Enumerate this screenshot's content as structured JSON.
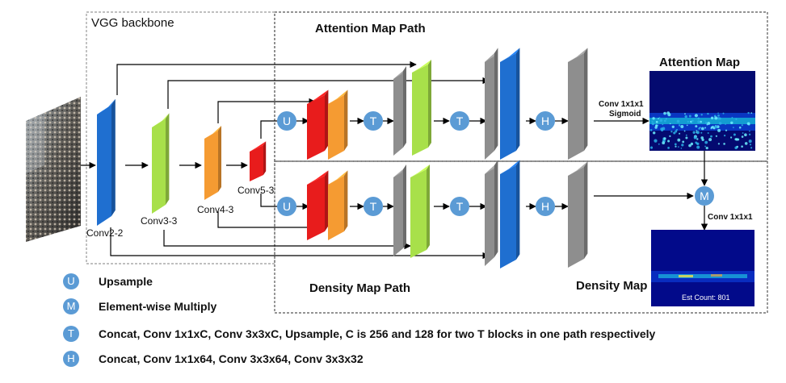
{
  "regions": {
    "backbone": "VGG backbone",
    "attention_path": "Attention Map Path",
    "density_path": "Density Map Path"
  },
  "layers": {
    "conv2": "Conv2-2",
    "conv3": "Conv3-3",
    "conv4": "Conv4-3",
    "conv5": "Conv5-3"
  },
  "ops": {
    "upsample": "U",
    "concat": "T",
    "head": "H",
    "multiply": "M"
  },
  "outputs": {
    "attention_title": "Attention Map",
    "density_title": "Density Map",
    "attention_conv_line1": "Conv 1x1x1",
    "attention_conv_line2": "Sigmoid",
    "density_conv": "Conv 1x1x1",
    "est_count": "Est Count: 801"
  },
  "legend": [
    {
      "symbol": "U",
      "text": "Upsample"
    },
    {
      "symbol": "M",
      "text": "Element-wise Multiply"
    },
    {
      "symbol": "T",
      "text": "Concat, Conv 1x1xC, Conv 3x3xC, Upsample, C is 256 and 128 for two T blocks in one path respectively"
    },
    {
      "symbol": "H",
      "text": "Concat, Conv 1x1x64, Conv 3x3x64, Conv 3x3x32"
    }
  ],
  "colors": {
    "conv2": "#1f6fd0",
    "conv3": "#a8e04a",
    "conv4": "#f59b32",
    "conv5": "#e81c1c",
    "gray": "#8e8e8e",
    "op_circle": "#5b9bd5"
  }
}
